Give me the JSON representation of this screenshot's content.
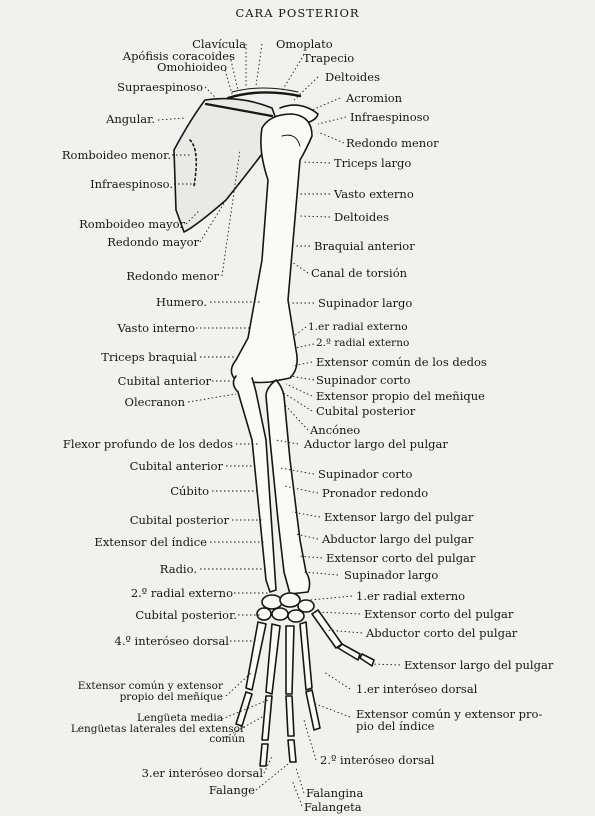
{
  "title": "CARA POSTERIOR",
  "labels": {
    "clavicula": "Clavícula",
    "apofisis": "Apófisis coracoides",
    "omohioideo": "Omohioideo",
    "supraespinoso": "Supraespinoso",
    "angular": "Angular.",
    "romboideo_menor": "Romboideo menor.",
    "infraespinoso_l": "Infraespinoso.",
    "romboideo_mayor": "Romboideo mayor",
    "redondo_mayor": "Redondo mayor",
    "redondo_menor_l": "Redondo menor",
    "humero": "Humero.",
    "vasto_interno": "Vasto interno",
    "triceps_braquial": "Triceps braquial",
    "cubital_anterior_1": "Cubital anterior",
    "olecranon": "Olecranon",
    "flexor_profundo": "Flexor profundo de los dedos",
    "cubital_anterior_2": "Cubital anterior",
    "cubito": "Cúbito",
    "cubital_posterior_l": "Cubital posterior",
    "extensor_indice_l": "Extensor del índice",
    "radio": "Radio.",
    "segundo_radial_l": "2.º radial externo",
    "cubital_posterior_l2": "Cubital posterior.",
    "cuarto_interoseo": "4.º interóseo dorsal",
    "extensor_comun_l1": "Extensor común y extensor",
    "extensor_comun_l2": "propio del meñique",
    "lengueta_media": "Lengüeta media",
    "lenguetas_laterales_1": "Lengüetas laterales del extensor",
    "lenguetas_laterales_2": "común",
    "tercer_interoseo": "3.er interóseo dorsal",
    "falange": "Falange",
    "omoplato": "Omoplato",
    "trapecio": "Trapecio",
    "deltoides_1": "Deltoides",
    "acromion": "Acromion",
    "infraespinoso_r": "Infraespinoso",
    "redondo_menor_r": "Redondo menor",
    "triceps_largo": "Triceps largo",
    "vasto_externo": "Vasto externo",
    "deltoides_2": "Deltoides",
    "braquial_anterior": "Braquial anterior",
    "canal_torsion": "Canal de torsión",
    "supinador_largo_1": "Supinador largo",
    "primer_radial_1": "1.er radial externo",
    "segundo_radial_r": "2.º radial externo",
    "extensor_comun_dedos": "Extensor común de los dedos",
    "supinador_corto_1": "Supinador corto",
    "extensor_propio_menique": "Extensor propio del meñique",
    "cubital_posterior_r": "Cubital posterior",
    "ancóneo": "Ancóneo",
    "aductor_largo": "Aductor largo del pulgar",
    "supinador_corto_2": "Supinador corto",
    "pronador_redondo": "Pronador redondo",
    "extensor_largo_pulgar_1": "Extensor largo del pulgar",
    "abductor_largo": "Abductor largo del pulgar",
    "extensor_corto_pulgar_1": "Extensor corto del pulgar",
    "supinador_largo_2": "Supinador largo",
    "primer_radial_2": "1.er radial externo",
    "extensor_corto_pulgar_2": "Extensor corto del pulgar",
    "abductor_corto": "Abductor corto del pulgar",
    "extensor_largo_pulgar_2": "Extensor largo del pulgar",
    "primer_interoseo": "1.er interóseo dorsal",
    "extensor_comun_propio_1": "Extensor común y extensor pro-",
    "extensor_comun_propio_2": "pio del índice",
    "segundo_interoseo": "2.º interóseo dorsal",
    "falangina": "Falangina",
    "falangeta": "Falangeta"
  },
  "colors": {
    "ink": "#161616",
    "paper": "#f1f1ef",
    "bone": "#fafaf8"
  }
}
